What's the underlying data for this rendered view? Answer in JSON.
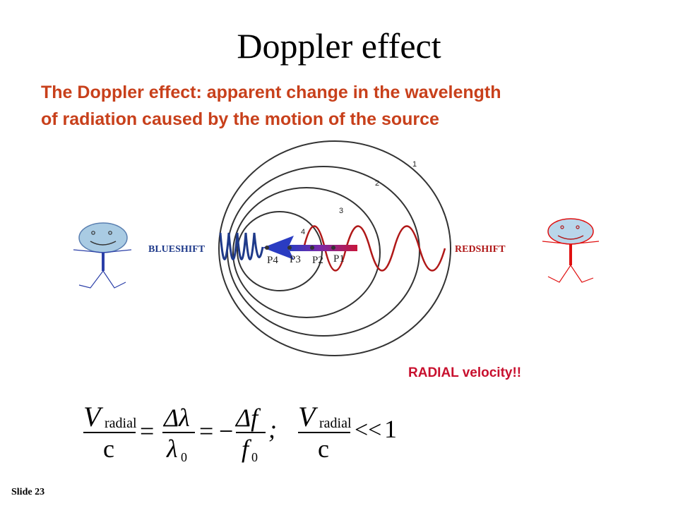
{
  "slide": {
    "title": "Doppler effect",
    "subtitle_line1": "The Doppler effect: apparent change in the wavelength",
    "subtitle_line2": "of radiation caused by the motion of the source",
    "radial_note": "RADIAL velocity!!",
    "slide_number": "Slide 23"
  },
  "diagram": {
    "blueshift_label": "BLUESHIFT",
    "redshift_label": "REDSHIFT",
    "circle_labels": [
      "1",
      "2",
      "3",
      "4"
    ],
    "point_labels": [
      "P4",
      "P3",
      "P2",
      "P1"
    ]
  },
  "equation": {
    "v": "V",
    "radial_sub": "radial",
    "c": "c",
    "eq1": "=",
    "delta_lambda": "Δλ",
    "lambda0": "λ",
    "zero": "0",
    "eq2": "=",
    "minus": "−",
    "delta_f": "Δf",
    "f0": "f",
    "semicolon": ";",
    "much_less": "<<",
    "one": "1"
  },
  "colors": {
    "title": "#000000",
    "subtitle": "#c8401b",
    "blueshift": "#1f3a8a",
    "redshift": "#b01818",
    "blue_figure": "#2b3fa8",
    "blue_face": "#a9cbe3",
    "red_figure": "#e01010",
    "red_face": "#b9d6ea"
  }
}
